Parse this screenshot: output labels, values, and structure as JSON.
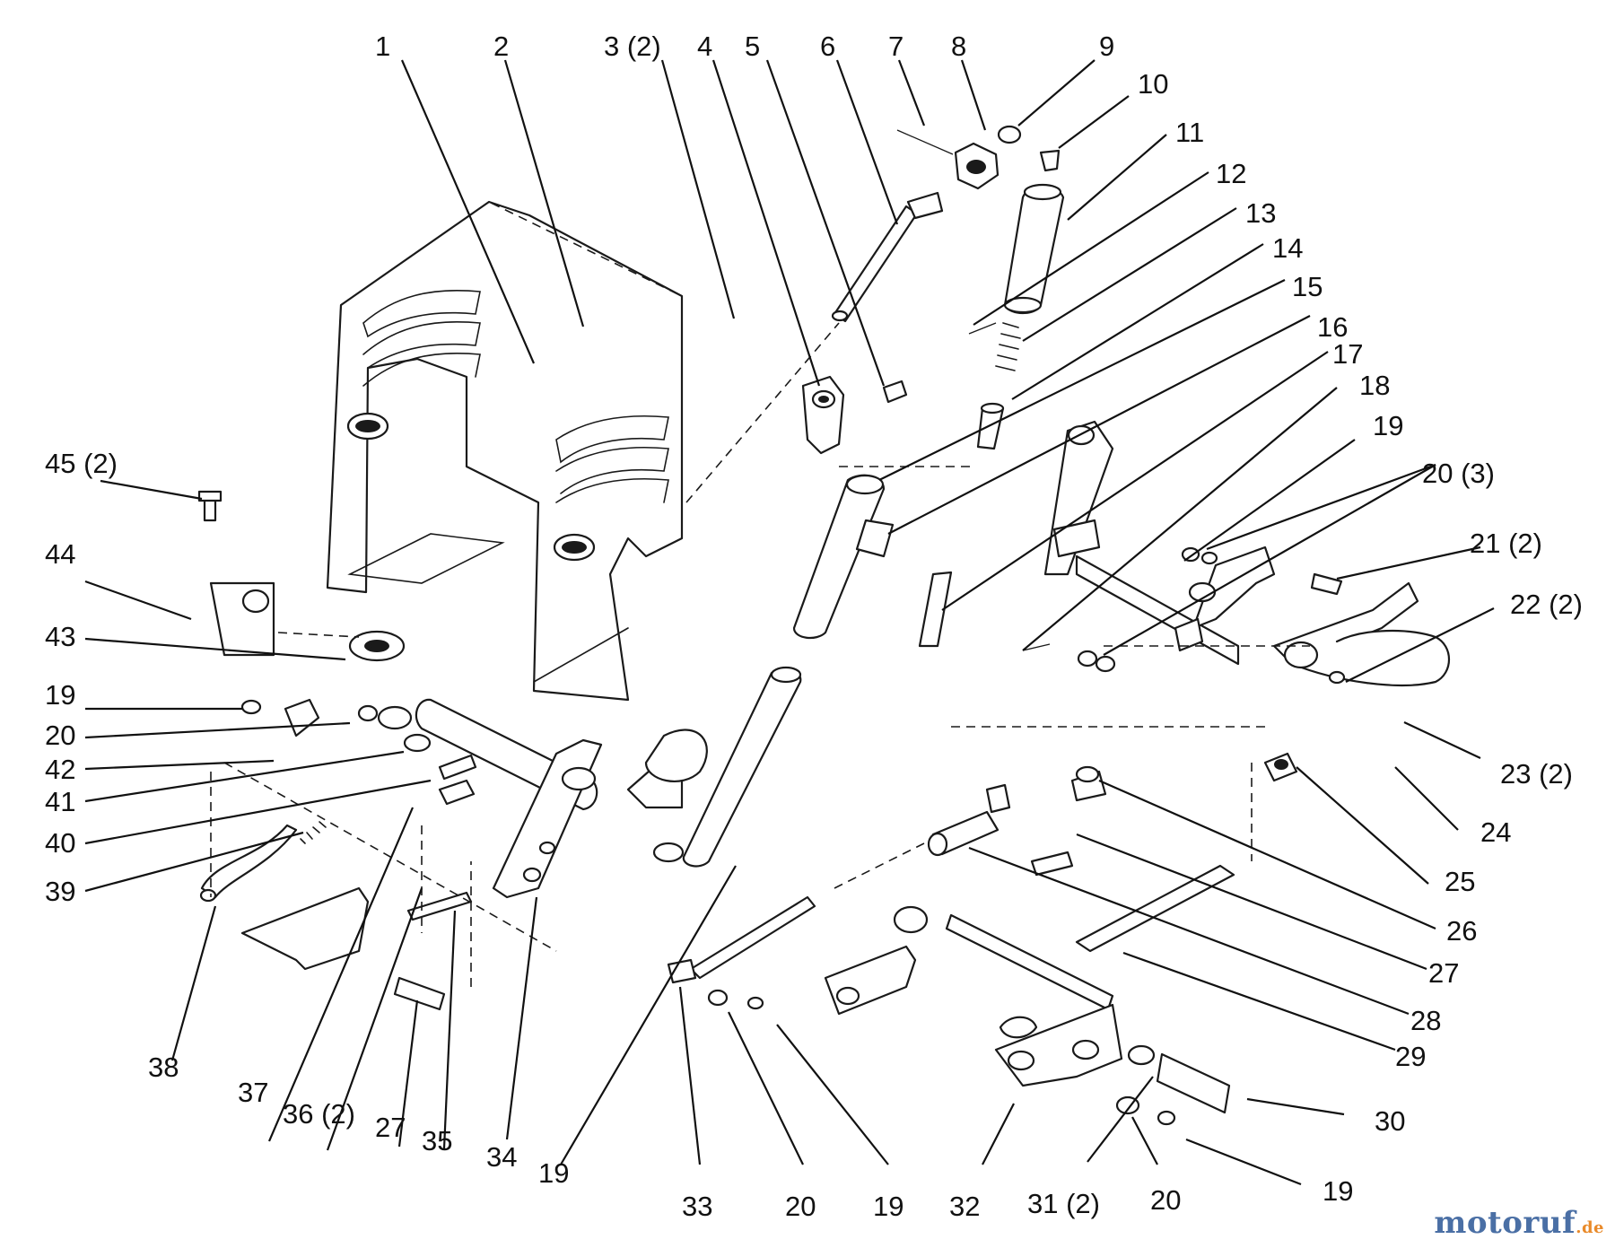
{
  "callouts": [
    {
      "id": "c1",
      "label": "1"
    },
    {
      "id": "c2",
      "label": "2"
    },
    {
      "id": "c3",
      "label": "3 (2)"
    },
    {
      "id": "c4",
      "label": "4"
    },
    {
      "id": "c5",
      "label": "5"
    },
    {
      "id": "c6",
      "label": "6"
    },
    {
      "id": "c7",
      "label": "7"
    },
    {
      "id": "c8",
      "label": "8"
    },
    {
      "id": "c9",
      "label": "9"
    },
    {
      "id": "c10",
      "label": "10"
    },
    {
      "id": "c11",
      "label": "11"
    },
    {
      "id": "c12",
      "label": "12"
    },
    {
      "id": "c13",
      "label": "13"
    },
    {
      "id": "c14",
      "label": "14"
    },
    {
      "id": "c15",
      "label": "15"
    },
    {
      "id": "c16",
      "label": "16"
    },
    {
      "id": "c17",
      "label": "17"
    },
    {
      "id": "c18",
      "label": "18"
    },
    {
      "id": "c19a",
      "label": "19"
    },
    {
      "id": "c20a",
      "label": "20 (3)"
    },
    {
      "id": "c21",
      "label": "21 (2)"
    },
    {
      "id": "c22",
      "label": "22 (2)"
    },
    {
      "id": "c23",
      "label": "23 (2)"
    },
    {
      "id": "c24",
      "label": "24"
    },
    {
      "id": "c25",
      "label": "25"
    },
    {
      "id": "c26",
      "label": "26"
    },
    {
      "id": "c27a",
      "label": "27"
    },
    {
      "id": "c28",
      "label": "28"
    },
    {
      "id": "c29",
      "label": "29"
    },
    {
      "id": "c30",
      "label": "30"
    },
    {
      "id": "c19b",
      "label": "19"
    },
    {
      "id": "c20b",
      "label": "20"
    },
    {
      "id": "c31",
      "label": "31 (2)"
    },
    {
      "id": "c32",
      "label": "32"
    },
    {
      "id": "c19c",
      "label": "19"
    },
    {
      "id": "c20c",
      "label": "20"
    },
    {
      "id": "c33",
      "label": "33"
    },
    {
      "id": "c19d",
      "label": "19"
    },
    {
      "id": "c34",
      "label": "34"
    },
    {
      "id": "c35",
      "label": "35"
    },
    {
      "id": "c27b",
      "label": "27"
    },
    {
      "id": "c36",
      "label": "36 (2)"
    },
    {
      "id": "c37",
      "label": "37"
    },
    {
      "id": "c38",
      "label": "38"
    },
    {
      "id": "c39",
      "label": "39"
    },
    {
      "id": "c40",
      "label": "40"
    },
    {
      "id": "c41",
      "label": "41"
    },
    {
      "id": "c42",
      "label": "42"
    },
    {
      "id": "c20d",
      "label": "20"
    },
    {
      "id": "c19e",
      "label": "19"
    },
    {
      "id": "c43",
      "label": "43"
    },
    {
      "id": "c44",
      "label": "44"
    },
    {
      "id": "c45",
      "label": "45 (2)"
    }
  ],
  "watermark": {
    "brand": "motoruf",
    "suffix": ".de"
  }
}
